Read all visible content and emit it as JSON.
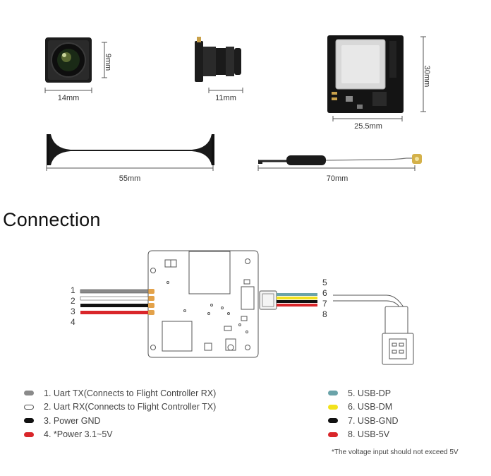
{
  "dimensions": {
    "camera_front_height": "9mm",
    "camera_front_width": "14mm",
    "camera_side_length": "11mm",
    "board_height": "30mm",
    "board_width": "25.5mm",
    "cable_length": "55mm",
    "antenna_length": "70mm"
  },
  "section_title": "Connection",
  "pins_left": [
    "1",
    "2",
    "3",
    "4"
  ],
  "pins_right": [
    "5",
    "6",
    "7",
    "8"
  ],
  "wire_colors": {
    "uart_tx": "#8a8a8a",
    "uart_rx": "#ffffff",
    "power_gnd": "#111111",
    "power": "#d9262a",
    "usb_dp": "#6aa3a9",
    "usb_dm": "#f2e21c",
    "usb_gnd": "#111111",
    "usb_5v": "#d9262a",
    "pad": "#e3a24a"
  },
  "legend_left": [
    {
      "label": "1. Uart TX(Connects to Flight Controller RX)",
      "color": "#8a8a8a"
    },
    {
      "label": "2. Uart RX(Connects to Flight Controller TX)",
      "color": "#ffffff"
    },
    {
      "label": "3. Power GND",
      "color": "#111111"
    },
    {
      "label": "4.  *Power 3.1~5V",
      "color": "#d9262a"
    }
  ],
  "legend_right": [
    {
      "label": "5. USB-DP",
      "color": "#6aa3a9"
    },
    {
      "label": "6. USB-DM",
      "color": "#f2e21c"
    },
    {
      "label": "7. USB-GND",
      "color": "#111111"
    },
    {
      "label": "8. USB-5V",
      "color": "#d9262a"
    }
  ],
  "footnote": "*The voltage input should not exceed 5V"
}
